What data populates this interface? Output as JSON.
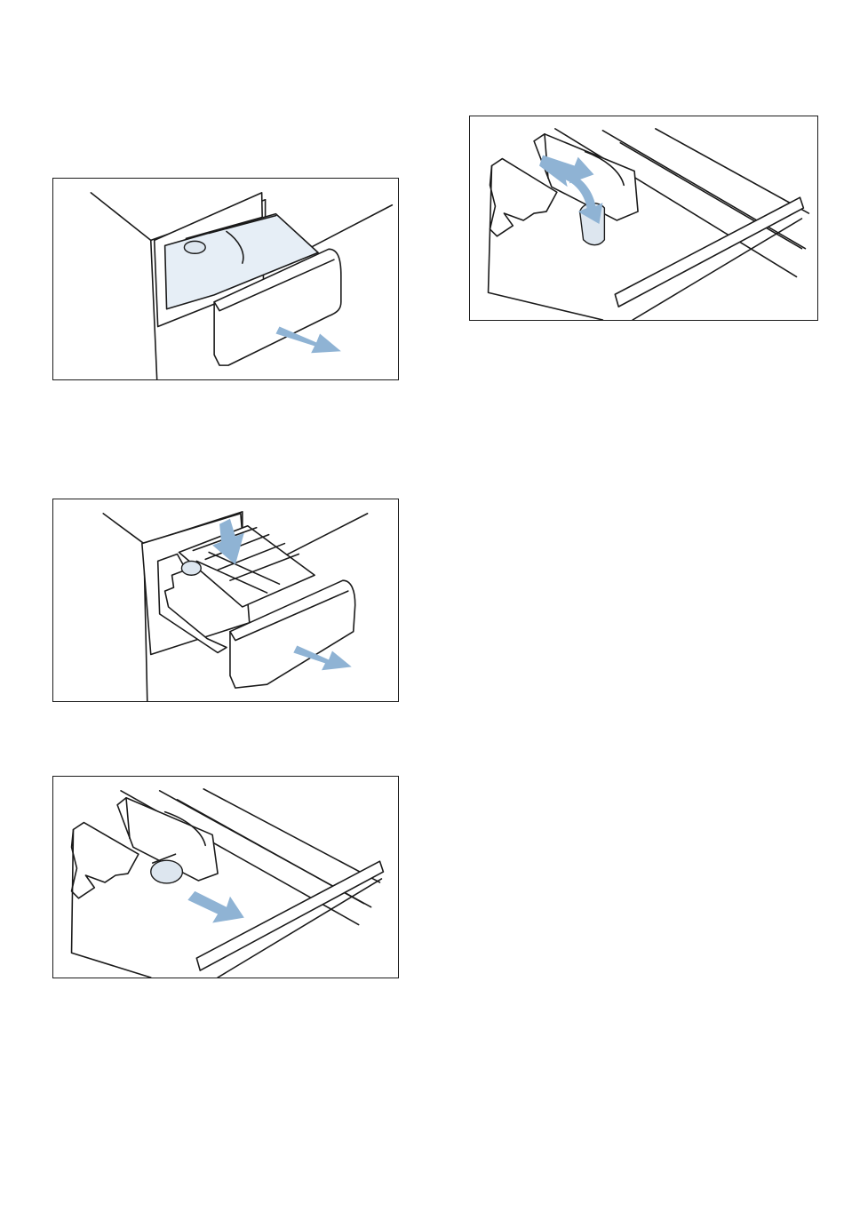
{
  "colors": {
    "arrow": "#8fb3d4",
    "tray_tint": "#e6eef6",
    "line": "#1a1a1a",
    "frame": "#1a1a1a"
  },
  "figures": [
    {
      "id": "fig1",
      "icon": "pull-out-drawer-arrow"
    },
    {
      "id": "fig2",
      "icon": "press-release-lever-arrow"
    },
    {
      "id": "fig3",
      "icon": "remove-insert-arrow"
    },
    {
      "id": "fig4",
      "icon": "clip-cap-back-arrow"
    }
  ]
}
